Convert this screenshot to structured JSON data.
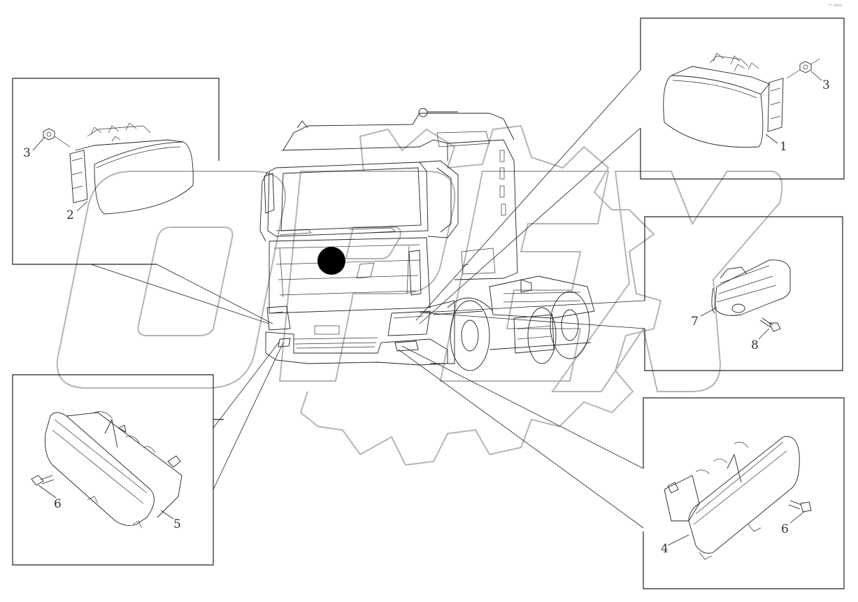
{
  "watermark": {
    "text": "OPEX",
    "color": "#b4b4b4"
  },
  "corner_mark": "⌐ ▫▫▫",
  "colors": {
    "line": "#222222",
    "watermark": "#b4b4b4",
    "background": "#ffffff"
  },
  "callouts": {
    "tl_nut": "3",
    "tl_headlamp": "2",
    "tr_headlamp": "1",
    "tr_nut": "3",
    "mr_lamp": "7",
    "mr_bolt": "8",
    "bl_bolt": "6",
    "bl_foglamp": "5",
    "br_foglamp": "4",
    "br_bolt": "6"
  }
}
